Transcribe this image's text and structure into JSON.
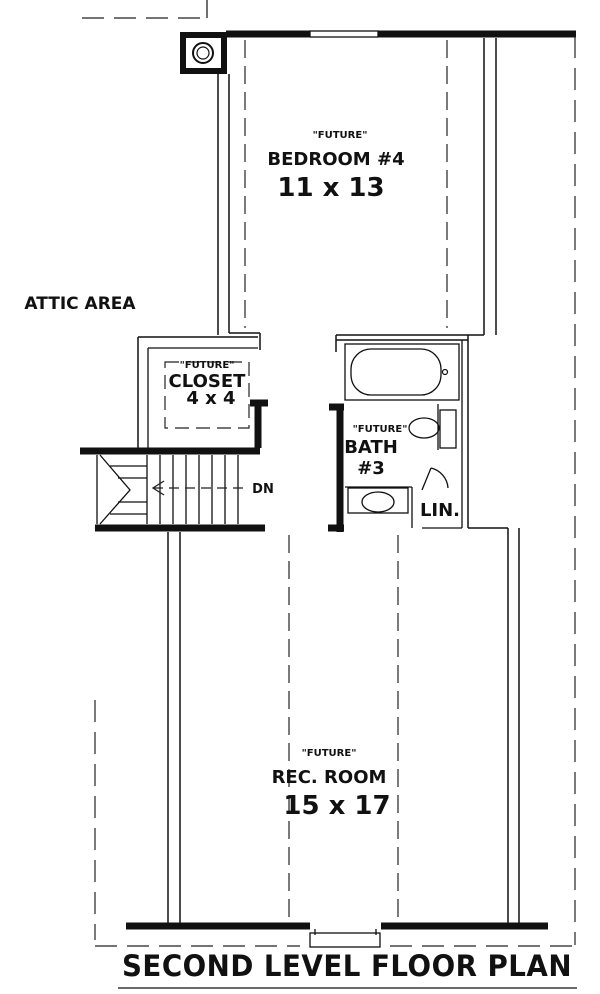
{
  "plan": {
    "title": "SECOND LEVEL FLOOR PLAN",
    "rooms": {
      "bedroom": {
        "tag": "\"FUTURE\"",
        "name": "BEDROOM #4",
        "size": "11 x 13"
      },
      "closet": {
        "tag": "\"FUTURE\"",
        "name": "CLOSET",
        "size": "4 x 4"
      },
      "bath": {
        "tag": "\"FUTURE\"",
        "name": "BATH",
        "number": "#3"
      },
      "linen": {
        "name": "LIN."
      },
      "rec_room": {
        "tag": "\"FUTURE\"",
        "name": "REC. ROOM",
        "size": "15 x 17"
      },
      "attic": {
        "name": "ATTIC AREA"
      }
    },
    "stairs": {
      "label": "DN"
    }
  }
}
